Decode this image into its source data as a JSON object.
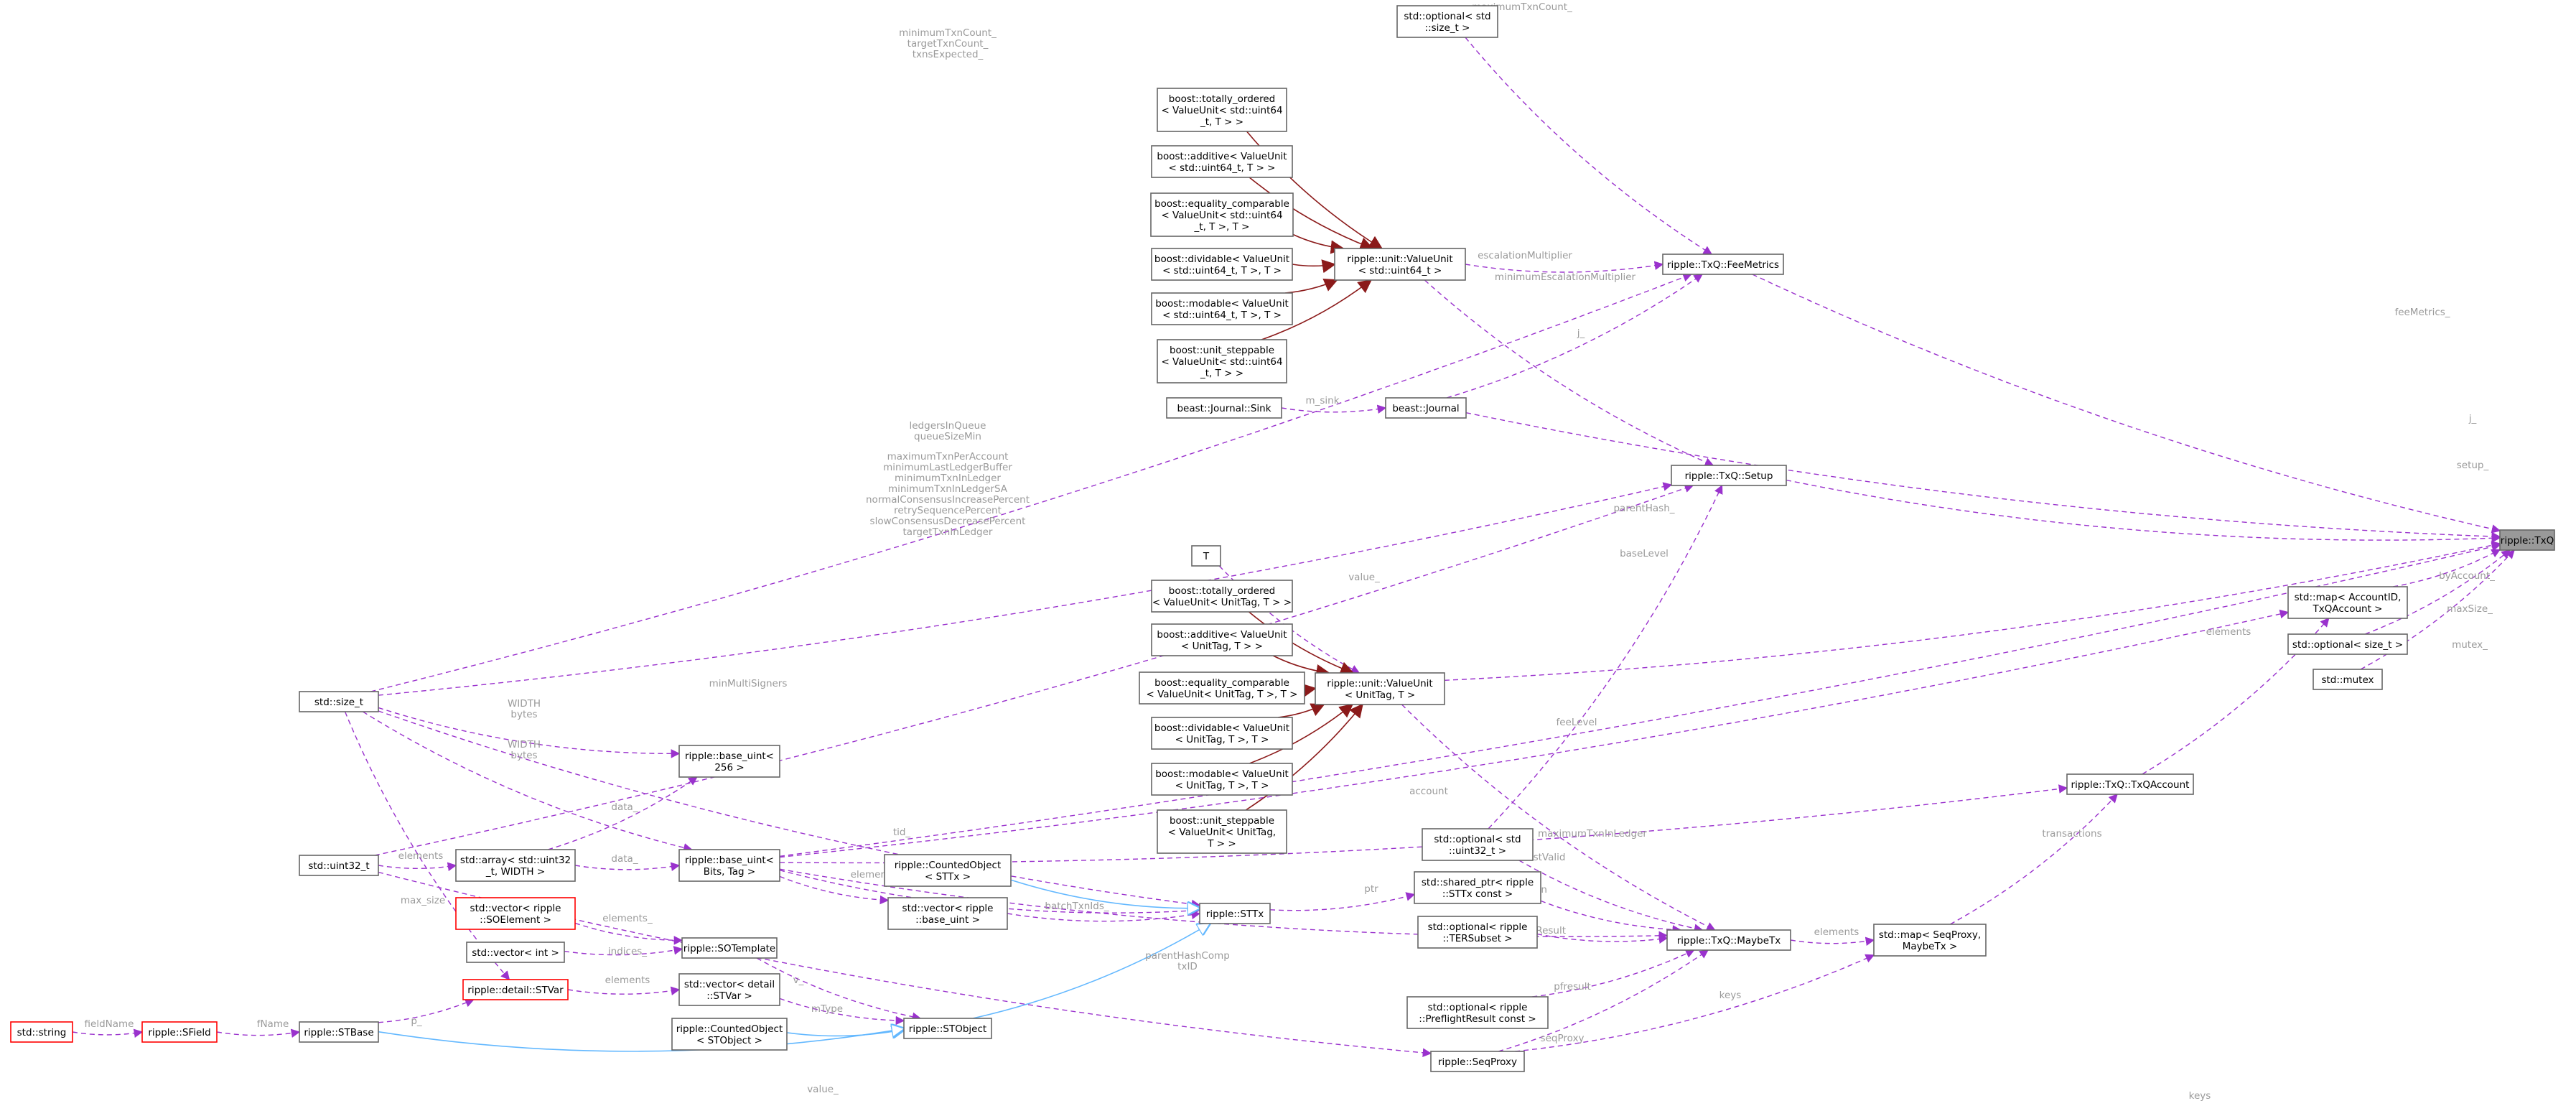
{
  "nodes": [
    {
      "id": "txq",
      "lines": [
        "ripple::TxQ"
      ],
      "style": "dark"
    },
    {
      "id": "feemetrics",
      "lines": [
        "ripple::TxQ::FeeMetrics"
      ]
    },
    {
      "id": "opt_sizet_top",
      "lines": [
        "std::optional< std",
        "::size_t >"
      ]
    },
    {
      "id": "vu64",
      "lines": [
        "ripple::unit::ValueUnit",
        "< std::uint64_t >"
      ]
    },
    {
      "id": "b_to64",
      "lines": [
        "boost::totally_ordered",
        "< ValueUnit< std::uint64",
        "_t, T > >"
      ]
    },
    {
      "id": "b_add64",
      "lines": [
        "boost::additive< ValueUnit",
        "< std::uint64_t, T > >"
      ]
    },
    {
      "id": "b_eq64",
      "lines": [
        "boost::equality_comparable",
        "< ValueUnit< std::uint64",
        "_t, T >, T >"
      ]
    },
    {
      "id": "b_div64",
      "lines": [
        "boost::dividable< ValueUnit",
        "< std::uint64_t, T >, T >"
      ]
    },
    {
      "id": "b_mod64",
      "lines": [
        "boost::modable< ValueUnit",
        "< std::uint64_t, T >, T >"
      ]
    },
    {
      "id": "b_step64",
      "lines": [
        "boost::unit_steppable",
        "< ValueUnit< std::uint64",
        "_t, T > >"
      ]
    },
    {
      "id": "sink",
      "lines": [
        "beast::Journal::Sink"
      ]
    },
    {
      "id": "journal",
      "lines": [
        "beast::Journal"
      ]
    },
    {
      "id": "setup",
      "lines": [
        "ripple::TxQ::Setup"
      ]
    },
    {
      "id": "T",
      "lines": [
        "T"
      ]
    },
    {
      "id": "vut",
      "lines": [
        "ripple::unit::ValueUnit",
        "< UnitTag, T >"
      ]
    },
    {
      "id": "b_tot",
      "lines": [
        "boost::totally_ordered",
        "< ValueUnit< UnitTag, T > >"
      ]
    },
    {
      "id": "b_addt",
      "lines": [
        "boost::additive< ValueUnit",
        "< UnitTag, T > >"
      ]
    },
    {
      "id": "b_eqt",
      "lines": [
        "boost::equality_comparable",
        "< ValueUnit< UnitTag, T >, T >"
      ]
    },
    {
      "id": "b_divt",
      "lines": [
        "boost::dividable< ValueUnit",
        "< UnitTag, T >, T >"
      ]
    },
    {
      "id": "b_modt",
      "lines": [
        "boost::modable< ValueUnit",
        "< UnitTag, T >, T >"
      ]
    },
    {
      "id": "b_stept",
      "lines": [
        "boost::unit_steppable",
        "< ValueUnit< UnitTag,",
        "T > >"
      ]
    },
    {
      "id": "map_acct",
      "lines": [
        "std::map< AccountID,",
        "TxQAccount >"
      ]
    },
    {
      "id": "opt_size_t",
      "lines": [
        "std::optional< size_t >"
      ]
    },
    {
      "id": "mutex",
      "lines": [
        "std::mutex"
      ]
    },
    {
      "id": "txqaccount",
      "lines": [
        "ripple::TxQ::TxQAccount"
      ]
    },
    {
      "id": "sizet",
      "lines": [
        "std::size_t"
      ]
    },
    {
      "id": "uint32",
      "lines": [
        "std::uint32_t"
      ]
    },
    {
      "id": "arr32",
      "lines": [
        "std::array< std::uint32",
        "_t, WIDTH >"
      ]
    },
    {
      "id": "bu256",
      "lines": [
        "ripple::base_uint<",
        "256 >"
      ]
    },
    {
      "id": "bubits",
      "lines": [
        "ripple::base_uint<",
        "Bits, Tag >"
      ]
    },
    {
      "id": "co_sttx",
      "lines": [
        "ripple::CountedObject",
        "< STTx >"
      ]
    },
    {
      "id": "vec_bu",
      "lines": [
        "std::vector< ripple",
        "::base_uint >"
      ]
    },
    {
      "id": "sttx",
      "lines": [
        "ripple::STTx"
      ]
    },
    {
      "id": "opt_u32",
      "lines": [
        "std::optional< std",
        "::uint32_t >"
      ]
    },
    {
      "id": "sp_sttx",
      "lines": [
        "std::shared_ptr< ripple",
        "::STTx const >"
      ]
    },
    {
      "id": "opt_ter",
      "lines": [
        "std::optional< ripple",
        "::TERSubset >"
      ]
    },
    {
      "id": "maybetx",
      "lines": [
        "ripple::TxQ::MaybeTx"
      ]
    },
    {
      "id": "map_seq",
      "lines": [
        "std::map< SeqProxy,",
        "MaybeTx >"
      ]
    },
    {
      "id": "opt_pre",
      "lines": [
        "std::optional< ripple",
        "::PreflightResult const >"
      ]
    },
    {
      "id": "seqproxy",
      "lines": [
        "ripple::SeqProxy"
      ]
    },
    {
      "id": "vec_soe",
      "lines": [
        "std::vector< ripple",
        "::SOElement >"
      ],
      "style": "red"
    },
    {
      "id": "vec_int",
      "lines": [
        "std::vector< int >"
      ]
    },
    {
      "id": "sotemplate",
      "lines": [
        "ripple::SOTemplate"
      ]
    },
    {
      "id": "stvar",
      "lines": [
        "ripple::detail::STVar"
      ],
      "style": "red"
    },
    {
      "id": "vec_stvar",
      "lines": [
        "std::vector< detail",
        "::STVar >"
      ]
    },
    {
      "id": "co_stobj",
      "lines": [
        "ripple::CountedObject",
        "< STObject >"
      ]
    },
    {
      "id": "stobject",
      "lines": [
        "ripple::STObject"
      ]
    },
    {
      "id": "stbase",
      "lines": [
        "ripple::STBase"
      ]
    },
    {
      "id": "sfield",
      "lines": [
        "ripple::SField"
      ],
      "style": "red"
    },
    {
      "id": "string",
      "lines": [
        "std::string"
      ],
      "style": "red"
    }
  ],
  "edges": [
    {
      "from": "feemetrics",
      "to": "txq",
      "type": "member",
      "label": [
        "feeMetrics_"
      ]
    },
    {
      "from": "journal",
      "to": "txq",
      "type": "member",
      "label": [
        "j_"
      ]
    },
    {
      "from": "setup",
      "to": "txq",
      "type": "member",
      "label": [
        "setup_"
      ]
    },
    {
      "from": "bubits",
      "to": "txq",
      "type": "member",
      "label": [
        "parentHash_"
      ]
    },
    {
      "from": "vut",
      "to": "txq",
      "type": "member",
      "label": [
        "baseLevel"
      ]
    },
    {
      "from": "map_acct",
      "to": "txq",
      "type": "member",
      "label": [
        "byAccount_"
      ]
    },
    {
      "from": "opt_size_t",
      "to": "txq",
      "type": "member",
      "label": [
        "maxSize_"
      ]
    },
    {
      "from": "mutex",
      "to": "txq",
      "type": "member",
      "label": [
        "mutex_"
      ]
    },
    {
      "from": "opt_sizet_top",
      "to": "feemetrics",
      "type": "member",
      "label": [
        "maximumTxnCount_"
      ]
    },
    {
      "from": "sizet",
      "to": "feemetrics",
      "type": "member",
      "label": [
        "minimumTxnCount_",
        "targetTxnCount_",
        "txnsExpected_"
      ]
    },
    {
      "from": "vu64",
      "to": "feemetrics",
      "type": "member",
      "label": [
        "escalationMultiplier"
      ]
    },
    {
      "from": "journal",
      "to": "feemetrics",
      "type": "member",
      "label": [
        "j_"
      ]
    },
    {
      "from": "b_to64",
      "to": "vu64",
      "type": "template"
    },
    {
      "from": "b_add64",
      "to": "vu64",
      "type": "template"
    },
    {
      "from": "b_eq64",
      "to": "vu64",
      "type": "template"
    },
    {
      "from": "b_div64",
      "to": "vu64",
      "type": "template"
    },
    {
      "from": "b_mod64",
      "to": "vu64",
      "type": "template"
    },
    {
      "from": "b_step64",
      "to": "vu64",
      "type": "template"
    },
    {
      "from": "vu64",
      "to": "setup",
      "type": "member",
      "label": [
        "minimumEscalationMultiplier"
      ]
    },
    {
      "from": "sink",
      "to": "journal",
      "type": "member",
      "label": [
        "m_sink"
      ]
    },
    {
      "from": "sizet",
      "to": "setup",
      "type": "member",
      "label": [
        "ledgersInQueue",
        "queueSizeMin"
      ]
    },
    {
      "from": "uint32",
      "to": "setup",
      "type": "member",
      "label": [
        "maximumTxnPerAccount",
        "minimumLastLedgerBuffer",
        "minimumTxnInLedger",
        "minimumTxnInLedgerSA",
        "normalConsensusIncreasePercent",
        "retrySequencePercent",
        "slowConsensusDecreasePercent",
        "targetTxnInLedger"
      ]
    },
    {
      "from": "opt_u32",
      "to": "setup",
      "type": "member",
      "label": [
        "maximumTxnInLedger"
      ]
    },
    {
      "from": "T",
      "to": "vut",
      "type": "member",
      "label": [
        "value_"
      ]
    },
    {
      "from": "b_tot",
      "to": "vut",
      "type": "template"
    },
    {
      "from": "b_addt",
      "to": "vut",
      "type": "template"
    },
    {
      "from": "b_eqt",
      "to": "vut",
      "type": "template"
    },
    {
      "from": "b_divt",
      "to": "vut",
      "type": "template"
    },
    {
      "from": "b_modt",
      "to": "vut",
      "type": "template"
    },
    {
      "from": "b_stept",
      "to": "vut",
      "type": "template"
    },
    {
      "from": "txqaccount",
      "to": "map_acct",
      "type": "member",
      "label": [
        "elements"
      ]
    },
    {
      "from": "map_seq",
      "to": "txqaccount",
      "type": "member",
      "label": [
        "transactions"
      ]
    },
    {
      "from": "bubits",
      "to": "txqaccount",
      "type": "member",
      "label": [
        "account"
      ]
    },
    {
      "from": "sizet",
      "to": "sttx",
      "type": "member",
      "label": [
        "minMultiSigners"
      ]
    },
    {
      "from": "sizet",
      "to": "bu256",
      "type": "member",
      "label": [
        "WIDTH",
        "bytes"
      ]
    },
    {
      "from": "sizet",
      "to": "bubits",
      "type": "member",
      "label": [
        "WIDTH",
        "bytes"
      ]
    },
    {
      "from": "sizet",
      "to": "stvar",
      "type": "member",
      "label": [
        "max_size"
      ]
    },
    {
      "from": "arr32",
      "to": "bu256",
      "type": "member",
      "label": [
        "data_"
      ]
    },
    {
      "from": "arr32",
      "to": "bubits",
      "type": "member",
      "label": [
        "data_"
      ]
    },
    {
      "from": "uint32",
      "to": "arr32",
      "type": "member",
      "label": [
        "elements"
      ]
    },
    {
      "from": "bubits",
      "to": "sttx",
      "type": "member",
      "label": [
        "tid_"
      ]
    },
    {
      "from": "bubits",
      "to": "vec_bu",
      "type": "member",
      "label": [
        "elements"
      ]
    },
    {
      "from": "vec_bu",
      "to": "sttx",
      "type": "member",
      "label": [
        "batchTxnIds_"
      ]
    },
    {
      "from": "co_sttx",
      "to": "sttx",
      "type": "inherit"
    },
    {
      "from": "stobject",
      "to": "sttx",
      "type": "inherit"
    },
    {
      "from": "sttx",
      "to": "sp_sttx",
      "type": "member",
      "label": [
        "ptr"
      ]
    },
    {
      "from": "vut",
      "to": "maybetx",
      "type": "member",
      "label": [
        "feeLevel"
      ]
    },
    {
      "from": "opt_u32",
      "to": "maybetx",
      "type": "member",
      "label": [
        "lastValid"
      ]
    },
    {
      "from": "sp_sttx",
      "to": "maybetx",
      "type": "member",
      "label": [
        "txn"
      ]
    },
    {
      "from": "opt_ter",
      "to": "maybetx",
      "type": "member",
      "label": [
        "lastResult"
      ]
    },
    {
      "from": "bubits",
      "to": "maybetx",
      "type": "member",
      "label": [
        "parentHashComp",
        "txID"
      ]
    },
    {
      "from": "opt_pre",
      "to": "maybetx",
      "type": "member",
      "label": [
        "pfresult"
      ]
    },
    {
      "from": "seqproxy",
      "to": "maybetx",
      "type": "member",
      "label": [
        "seqProxy"
      ]
    },
    {
      "from": "maybetx",
      "to": "map_seq",
      "type": "member",
      "label": [
        "elements"
      ]
    },
    {
      "from": "seqproxy",
      "to": "map_seq",
      "type": "member",
      "label": [
        "keys"
      ]
    },
    {
      "from": "uint32",
      "to": "seqproxy",
      "type": "member",
      "label": [
        "value_"
      ]
    },
    {
      "from": "bubits",
      "to": "map_acct",
      "type": "member",
      "label": [
        "keys"
      ]
    },
    {
      "from": "vec_soe",
      "to": "sotemplate",
      "type": "member",
      "label": [
        "elements_"
      ]
    },
    {
      "from": "vec_int",
      "to": "sotemplate",
      "type": "member",
      "label": [
        "indices_"
      ]
    },
    {
      "from": "sotemplate",
      "to": "stobject",
      "type": "member",
      "label": [
        "mType"
      ]
    },
    {
      "from": "vec_stvar",
      "to": "stobject",
      "type": "member",
      "label": [
        "v_"
      ]
    },
    {
      "from": "stvar",
      "to": "vec_stvar",
      "type": "member",
      "label": [
        "elements"
      ]
    },
    {
      "from": "stbase",
      "to": "stvar",
      "type": "member",
      "label": [
        "p_"
      ]
    },
    {
      "from": "co_stobj",
      "to": "stobject",
      "type": "inherit"
    },
    {
      "from": "stbase",
      "to": "stobject",
      "type": "inherit"
    },
    {
      "from": "sfield",
      "to": "stbase",
      "type": "member",
      "label": [
        "fName"
      ]
    },
    {
      "from": "string",
      "to": "sfield",
      "type": "member",
      "label": [
        "fieldName"
      ]
    }
  ]
}
